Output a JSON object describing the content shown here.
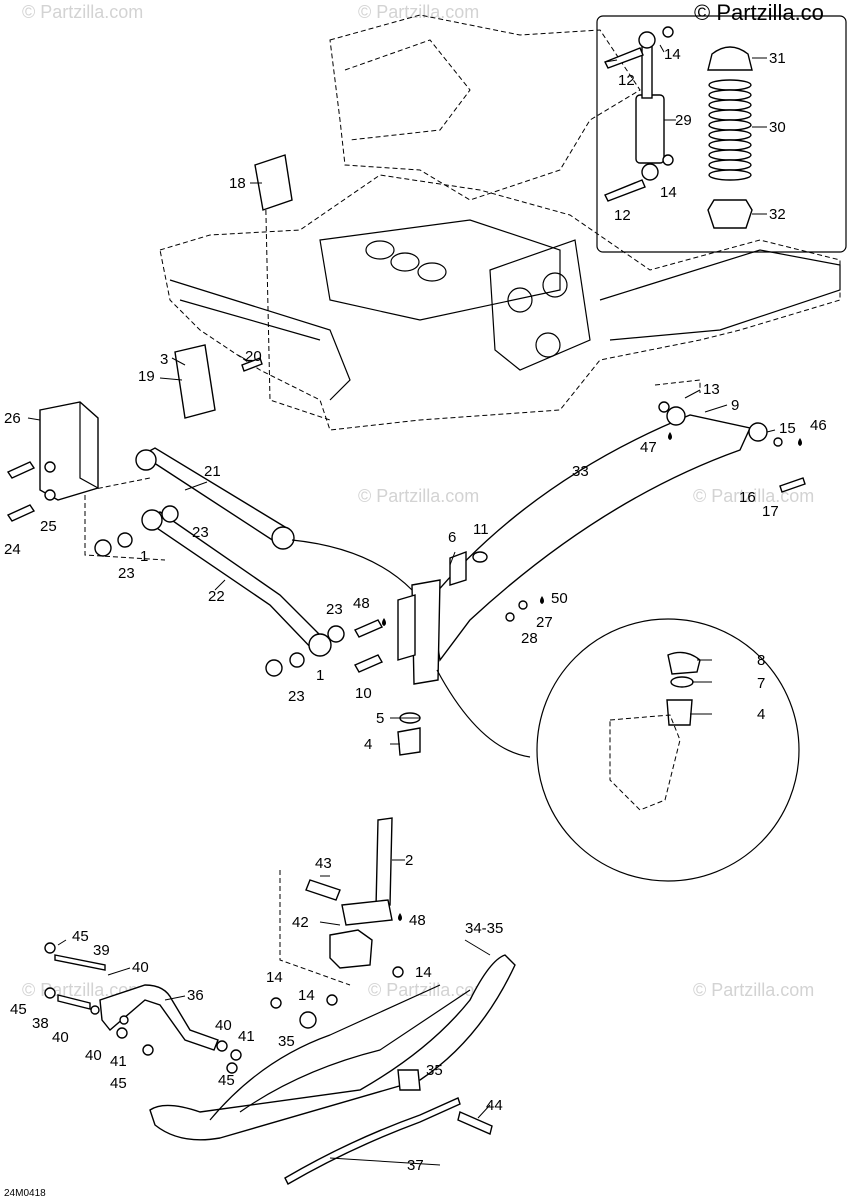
{
  "watermark": "© Partzilla.com",
  "brand_watermark": "© Partzilla.co",
  "diagram_code": "24M0418",
  "callouts": {
    "c1a": "1",
    "c1b": "1",
    "c2": "2",
    "c3": "3",
    "c4a": "4",
    "c4b": "4",
    "c5": "5",
    "c6": "6",
    "c7": "7",
    "c8": "8",
    "c9": "9",
    "c10": "10",
    "c11": "11",
    "c12a": "12",
    "c12b": "12",
    "c13": "13",
    "c14a": "14",
    "c14b": "14",
    "c14c": "14",
    "c14d": "14",
    "c14e": "14",
    "c15": "15",
    "c16": "16",
    "c17": "17",
    "c18": "18",
    "c19": "19",
    "c20": "20",
    "c21": "21",
    "c22": "22",
    "c23a": "23",
    "c23b": "23",
    "c23c": "23",
    "c23d": "23",
    "c24": "24",
    "c25": "25",
    "c26": "26",
    "c27": "27",
    "c28": "28",
    "c29": "29",
    "c30": "30",
    "c31": "31",
    "c32": "32",
    "c33": "33",
    "c3435": "34-35",
    "c35a": "35",
    "c35b": "35",
    "c36": "36",
    "c37": "37",
    "c38": "38",
    "c39": "39",
    "c40a": "40",
    "c40b": "40",
    "c40c": "40",
    "c40d": "40",
    "c41a": "41",
    "c41b": "41",
    "c42": "42",
    "c43": "43",
    "c44": "44",
    "c45a": "45",
    "c45b": "45",
    "c45c": "45",
    "c45d": "45",
    "c46": "46",
    "c47": "47",
    "c48a": "48",
    "c48b": "48",
    "c50": "50"
  }
}
